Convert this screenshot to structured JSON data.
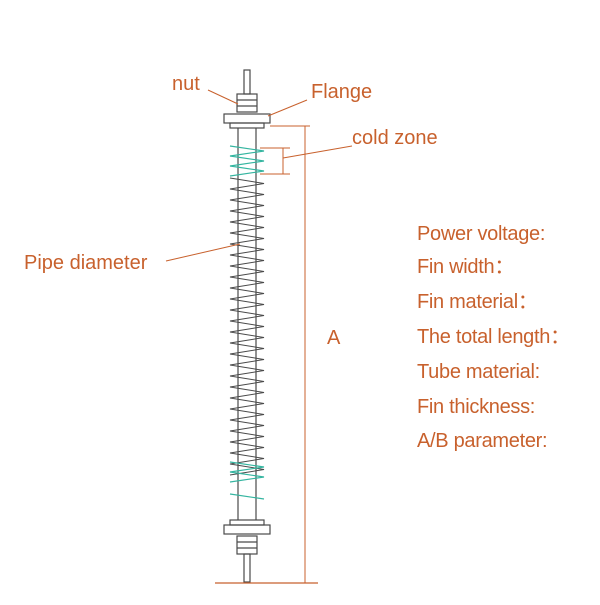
{
  "labels": {
    "nut": "nut",
    "flange": "Flange",
    "cold_zone": "cold zone",
    "pipe_diameter": "Pipe diameter",
    "dimension_a": "A"
  },
  "specs": [
    "Power voltage:",
    "Fin width：",
    "Fin material：",
    "The total length：",
    "Tube material:",
    "Fin thickness:",
    "A/B parameter:"
  ],
  "colors": {
    "label": "#c8612d",
    "drawing": "#4a4a4a",
    "fin_accent": "#35b5a0"
  }
}
